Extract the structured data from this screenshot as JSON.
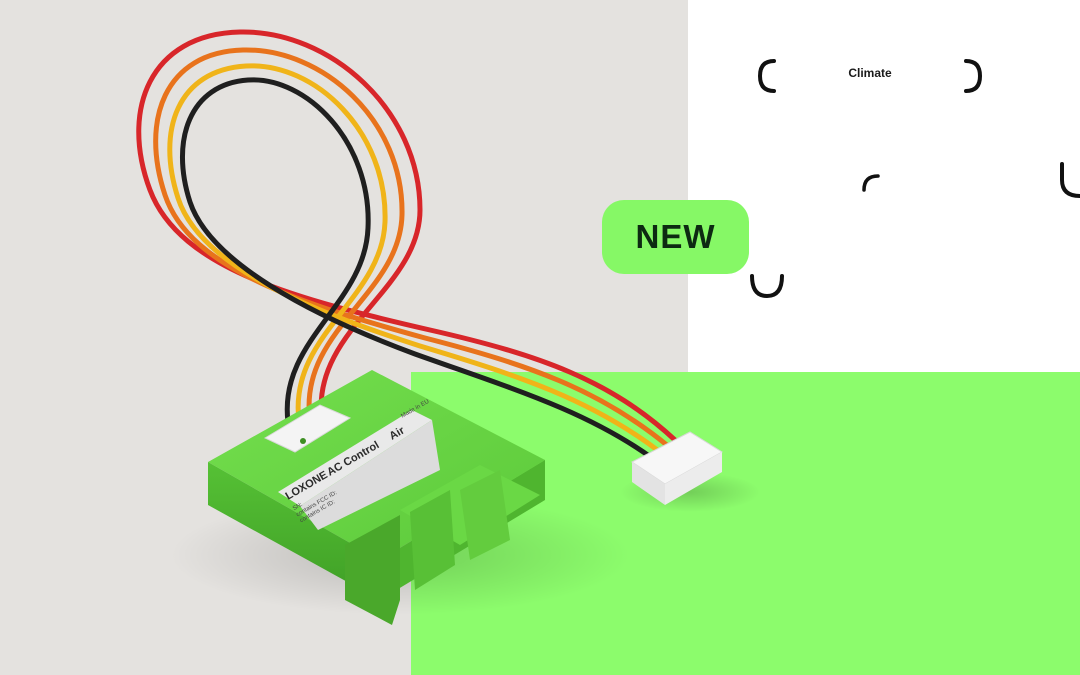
{
  "badge": {
    "label": "NEW"
  },
  "category": {
    "label": "Climate"
  },
  "product_label": {
    "brand": "LOXONE",
    "name": "AC Control",
    "variant": "Air",
    "line1": "SN:",
    "line2": "contains FCC ID:",
    "line3": "contains IC ID:",
    "made_in": "Made in EU"
  },
  "colors": {
    "page_gray": "#e4e2df",
    "brand_green": "#8cfc6c",
    "device_green": "#63d13f",
    "badge_green": "#86f866",
    "wire_red": "#d8262a",
    "wire_orange": "#e8731c",
    "wire_yellow": "#f0b419",
    "wire_black": "#1f1f1f",
    "ink": "#111111"
  },
  "icons": {
    "bracket_left": "bracket-left-icon",
    "bracket_right": "bracket-right-icon",
    "arc_small": "arc-icon",
    "arc_bottom": "cup-icon"
  }
}
